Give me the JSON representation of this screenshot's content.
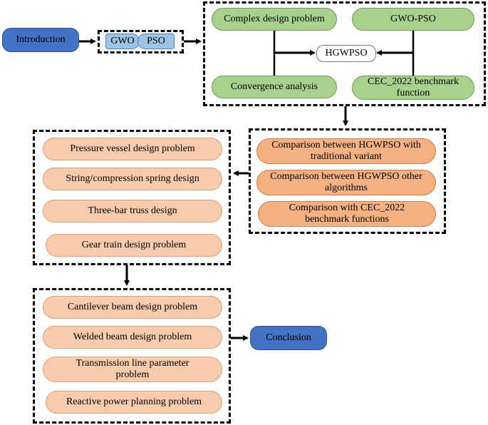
{
  "intro": "Introduction",
  "gwo": "GWO",
  "pso": "PSO",
  "top": {
    "complex": "Complex design problem",
    "gwopso": "GWO-PSO",
    "hgwpso": "HGWPSO",
    "convergence": "Convergence analysis",
    "cec": "CEC_2022 benchmark function"
  },
  "comparisons": [
    "Comparison between HGWPSO with traditional variant",
    "Comparison between HGWPSO other algorithms",
    "Comparison with CEC_2022 benchmark functions"
  ],
  "problems_a": [
    "Pressure vessel design problem",
    "String/compression spring design",
    "Three-bar truss design",
    "Gear train design problem"
  ],
  "problems_b": [
    "Cantilever beam design problem",
    "Welded beam design problem",
    "Transmission line parameter problem",
    "Reactive power planning problem"
  ],
  "conclusion": "Conclusion",
  "colors": {
    "blue": "#4472c4",
    "green": "#a9d18e",
    "orange": "#f4b183",
    "peach": "#f8cbad",
    "lightblue": "#9dc3e6"
  }
}
